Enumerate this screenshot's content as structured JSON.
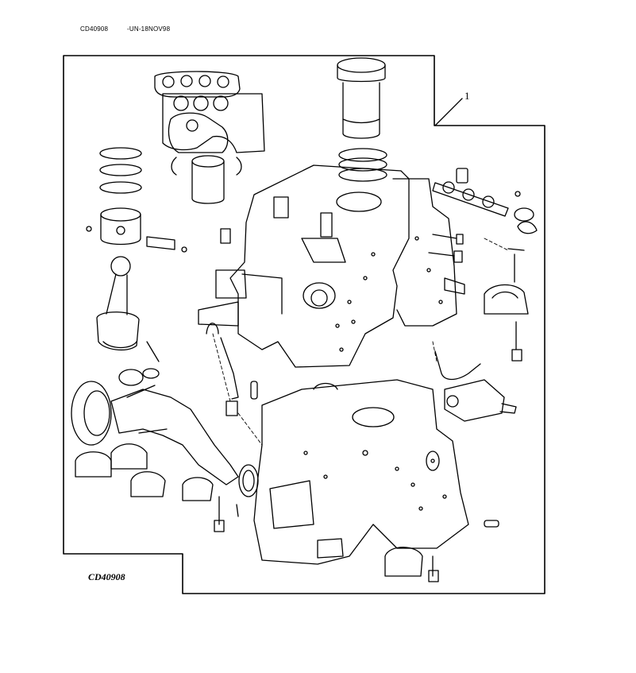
{
  "header": {
    "code": "CD40908",
    "date_stamp": "-UN-18NOV98"
  },
  "figure": {
    "code": "CD40908",
    "callouts": [
      "1"
    ],
    "line_color": "#000000",
    "background": "#ffffff"
  }
}
